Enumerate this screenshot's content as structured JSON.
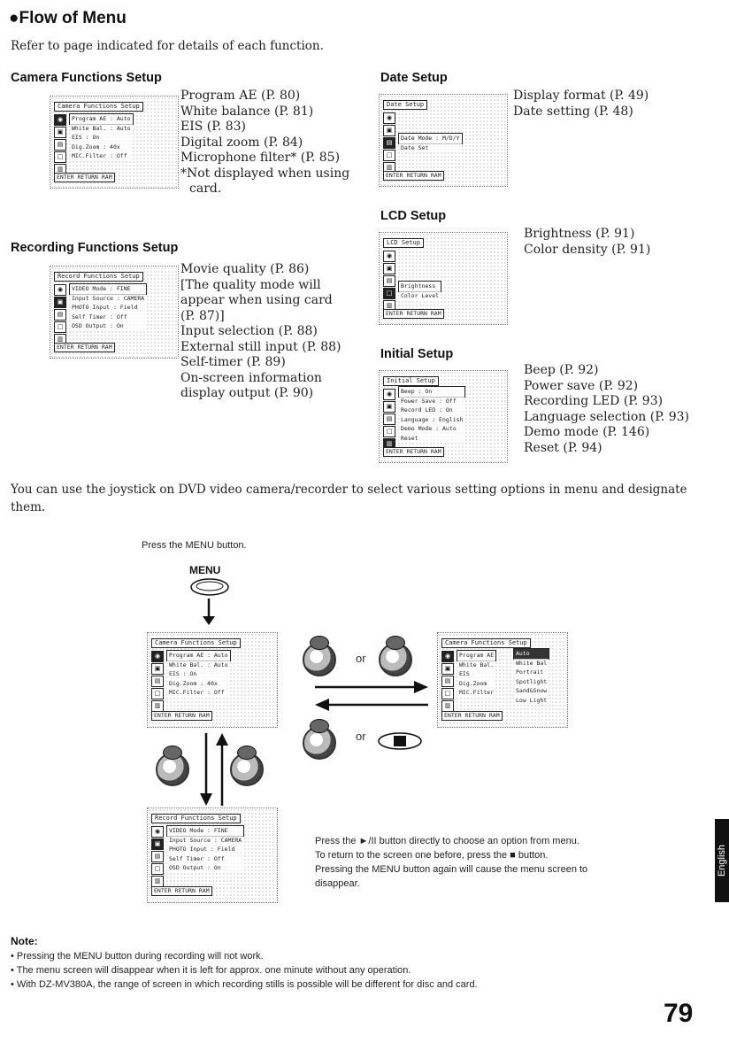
{
  "header": {
    "title": "Flow of Menu",
    "intro": "Refer to page indicated for details of each function."
  },
  "camera_setup": {
    "heading": "Camera Functions Setup",
    "refs": [
      "Program AE (P. 80)",
      "White balance (P. 81)",
      "EIS (P. 83)",
      "Digital zoom (P. 84)",
      "Microphone filter* (P. 85)",
      "*Not displayed when using",
      "card."
    ],
    "screen": {
      "title": "Camera Functions Setup",
      "items": [
        "Program AE : Auto",
        "White Bal. : Auto",
        "EIS : On",
        "Dig.Zoom : 40x",
        "MIC.Filter : Off"
      ],
      "footer": "ENTER RETURN RAM"
    }
  },
  "recording_setup": {
    "heading": "Recording Functions Setup",
    "refs": [
      "Movie quality (P. 86)",
      "[The quality mode will",
      "appear when using card",
      "(P. 87)]",
      "Input selection (P. 88)",
      "External still input (P. 88)",
      "Self-timer (P. 89)",
      "On-screen information",
      "display output (P. 90)"
    ],
    "screen": {
      "title": "Record Functions Setup",
      "items": [
        "VIDEO Mode : FINE",
        "Input Source : CAMERA",
        "PHOTO Input : Field",
        "Self Timer : Off",
        "OSD Output : On"
      ],
      "footer": "ENTER RETURN RAM"
    }
  },
  "date_setup": {
    "heading": "Date Setup",
    "refs": [
      "Display format (P. 49)",
      "Date setting (P. 48)"
    ],
    "screen": {
      "title": "Date Setup",
      "items": [
        "Date Mode : M/D/Y",
        "Date Set"
      ],
      "footer": "ENTER RETURN RAM"
    }
  },
  "lcd_setup": {
    "heading": "LCD Setup",
    "refs": [
      "Brightness (P. 91)",
      "Color density (P. 91)"
    ],
    "screen": {
      "title": "LCD Setup",
      "items": [
        "Brightness",
        "Color Level"
      ],
      "footer": "ENTER RETURN RAM"
    }
  },
  "initial_setup": {
    "heading": "Initial Setup",
    "refs": [
      "Beep (P. 92)",
      "Power save (P. 92)",
      "Recording LED (P. 93)",
      "Language selection (P. 93)",
      "Demo mode (P. 146)",
      "Reset (P. 94)"
    ],
    "screen": {
      "title": "Initial Setup",
      "items": [
        "Beep : On",
        "Power Save : Off",
        "Record LED : On",
        "Language : English",
        "Demo Mode : Auto",
        "Reset"
      ],
      "footer": "ENTER RETURN RAM"
    }
  },
  "instruction": "You can use the joystick on DVD video camera/recorder to select various setting options in menu and designate them.",
  "flow": {
    "press_menu": "Press the MENU button.",
    "menu_button_label": "MENU",
    "or_1": "or",
    "or_2": "or",
    "screen_a": {
      "title": "Camera Functions Setup",
      "items": [
        "Program AE : Auto",
        "White Bal. : Auto",
        "EIS : On",
        "Dig.Zoom : 40x",
        "MIC.Filter : Off"
      ],
      "footer": "ENTER RETURN RAM"
    },
    "screen_b": {
      "title": "Camera Functions Setup",
      "items": [
        "Program AE",
        "White Bal.",
        "EIS",
        "Dig.Zoom",
        "MIC.Filter"
      ],
      "options": [
        "Auto",
        "White Bal",
        "Portrait",
        "Spotlight",
        "Sand&Snow",
        "Low Light"
      ],
      "footer": "ENTER RETURN RAM"
    },
    "screen_c": {
      "title": "Record Functions Setup",
      "items": [
        "VIDEO Mode : FINE",
        "Input Source : CAMERA",
        "PHOTO Input : Field",
        "Self Timer : Off",
        "OSD Output : On"
      ],
      "footer": "ENTER RETURN RAM"
    },
    "notes": [
      "Press the ►/II button directly to choose an option from menu.",
      "To return to the screen one before, press the ■ button.",
      "Pressing the MENU button again will cause the menu screen to",
      "disappear."
    ]
  },
  "note": {
    "title": "Note:",
    "items": [
      "Pressing the MENU button during recording will not work.",
      "The menu screen will disappear when it is left for approx. one minute without any operation.",
      "With DZ-MV380A, the range of screen in which recording stills is possible will be different for disc and card."
    ]
  },
  "side_tab": "English",
  "page_number": "79"
}
